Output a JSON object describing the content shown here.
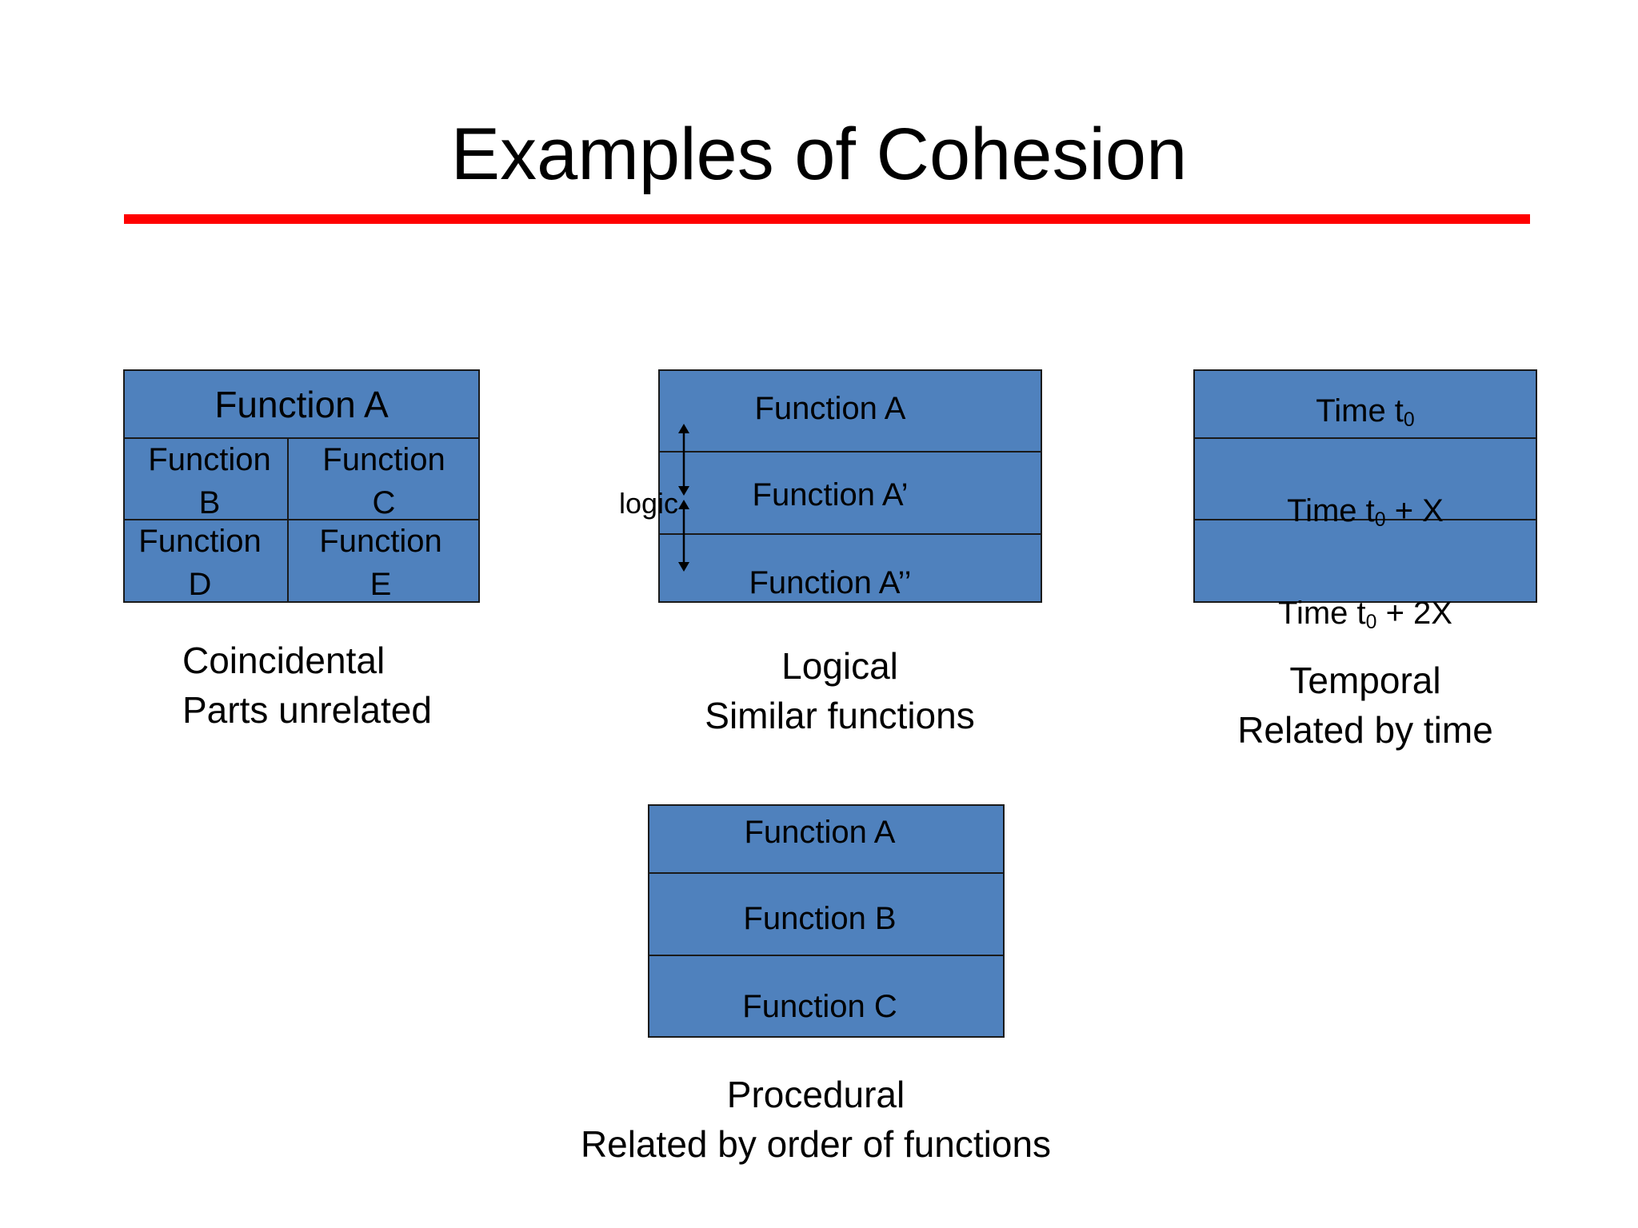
{
  "slide": {
    "title": "Examples of Cohesion",
    "accent_color": "#ff0000",
    "box_color": "#4f81bd"
  },
  "coincidental": {
    "top": "Function A",
    "cells": [
      [
        "Function",
        "B"
      ],
      [
        "Function",
        "C"
      ],
      [
        "Function",
        "D"
      ],
      [
        "Function",
        "E"
      ]
    ],
    "caption": [
      "Coincidental",
      "Parts unrelated"
    ]
  },
  "logical": {
    "rows": [
      "Function A",
      "Function A’",
      "Function A’’"
    ],
    "side_label": "logic",
    "caption": [
      "Logical",
      "Similar functions"
    ]
  },
  "temporal": {
    "rows": [
      {
        "pre": "Time t",
        "sub": "0",
        "post": ""
      },
      {
        "pre": "Time t",
        "sub": "0",
        "post": " + X"
      },
      {
        "pre": "Time t",
        "sub": "0",
        "post": " + 2X"
      }
    ],
    "caption": [
      "Temporal",
      "Related by time"
    ]
  },
  "procedural": {
    "rows": [
      "Function A",
      "Function B",
      "Function C"
    ],
    "caption": [
      "Procedural",
      "Related by order of functions"
    ]
  }
}
